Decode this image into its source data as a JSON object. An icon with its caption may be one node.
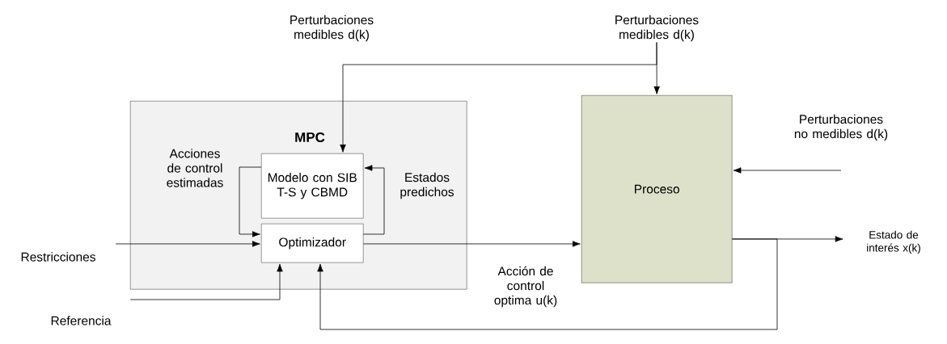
{
  "diagram": {
    "nodes": [
      {
        "text": [
          "MPC"
        ]
      },
      {
        "text": [
          "Modelo con SIB T-S y CBMD"
        ],
        "in": 0
      },
      {
        "text": [
          "Optimizador"
        ],
        "in": 0
      },
      {
        "text": [
          "Proceso"
        ]
      },
      {
        "text": [
          "Perturbaciones medibles d(k)"
        ]
      },
      {
        "text": [
          "Perturbaciones no medibles d(k)"
        ]
      },
      {
        "text": [
          "Restricciones"
        ]
      },
      {
        "text": [
          "Referencia"
        ]
      },
      {
        "text": [
          "Estado de interés x(k)"
        ]
      }
    ],
    "edges": [
      {
        "from": 4,
        "to": 3,
        "arrow": "to"
      },
      {
        "from": 4,
        "to": 1,
        "arrow": "to"
      },
      {
        "from": 1,
        "to": 2,
        "arrow": "to",
        "label": "Acciones de control estimadas"
      },
      {
        "from": 2,
        "to": 1,
        "arrow": "to",
        "label": "Estados predichos"
      },
      {
        "from": 6,
        "to": 2,
        "arrow": "to"
      },
      {
        "from": 7,
        "to": 2,
        "arrow": "to"
      },
      {
        "from": 2,
        "to": 3,
        "arrow": "to",
        "label": "Acción de control optima u(k)"
      },
      {
        "from": 5,
        "to": 3,
        "arrow": "to"
      },
      {
        "from": 3,
        "to": 8,
        "arrow": "to"
      },
      {
        "from": 3,
        "to": 2,
        "arrow": "to"
      }
    ],
    "labels": [
      "Perturbaciones medibles d(k)"
    ]
  }
}
